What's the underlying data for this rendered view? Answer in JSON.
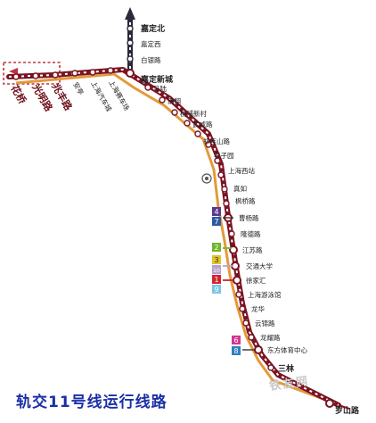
{
  "title": "轨交11号线运行线路",
  "watermark": "铁友网",
  "colors": {
    "line": "#7a1322",
    "north_branch": "#2a2a3a",
    "hatch": "#ffffff",
    "parallel": "#e39a3a",
    "station_fill": "#ffffff",
    "dash_box": "#c0303e",
    "title": "#1b2fa5"
  },
  "stations": {
    "jiadingbei": "嘉定北",
    "jiadingxi": "嘉定西",
    "baiyinlu": "白银路",
    "jiadingxincheng": "嘉定新城",
    "malu": "马陆",
    "nanxiang": "南翔",
    "taopuxincun": "桃浦新村",
    "wuweilu": "武威路",
    "qilianshanlu": "祁连山路",
    "lizicun": "李子园",
    "shanghaixizhan": "上海西站",
    "zhenru": "真如",
    "fengqiaolu": "枫桥路",
    "caoyanglu": "曹杨路",
    "longdelu": "隆德路",
    "jiangsulu": "江苏路",
    "jiaotongdaxue": "交通大学",
    "xujiahui": "徐家汇",
    "shanghaiyouyongguan": "上海游泳馆",
    "longhua": "龙华",
    "yunjinlu": "云锦路",
    "longyaolu": "龙耀路",
    "dongfangtiyuzhongxin": "东方体育中心",
    "sanlin": "三林",
    "luoshanlu": "罗山路",
    "shanghaisaichechang": "上海赛车场",
    "anting": "安亭",
    "zhaofenglu": "兆丰路",
    "guangminglu": "光明路",
    "huaqiao": "花桥",
    "jiadingzhi_blurred": "上海汽车城"
  },
  "transfer_lines": {
    "line4": "4",
    "line7": "7",
    "line2": "2",
    "line3": "3",
    "line10": "10",
    "line1": "1",
    "line9": "9",
    "line6": "6",
    "line8": "8"
  },
  "legend_icons": {
    "railway_station": "railway-station-icon"
  }
}
